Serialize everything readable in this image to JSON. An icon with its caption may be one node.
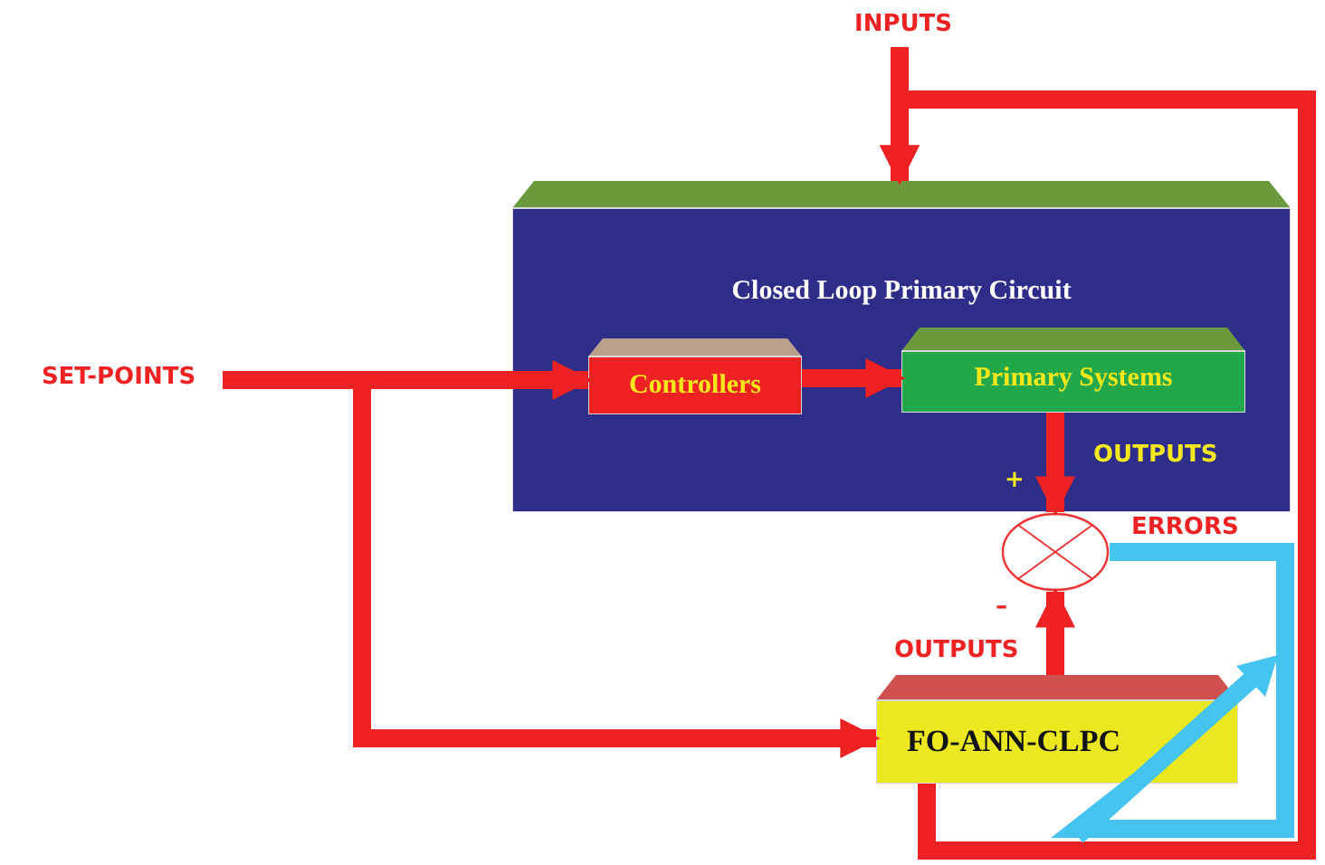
{
  "diagram": {
    "nodes": [
      {
        "text": [
          "Closed Loop Primary Circuit"
        ]
      },
      {
        "text": [
          "Controllers"
        ],
        "in": 0
      },
      {
        "text": [
          "Primary Systems"
        ],
        "in": 0
      },
      {
        "text": [],
        "shape": "circle",
        "beside": [
          "+",
          "–"
        ]
      },
      {
        "text": [
          "FO-ANN-CLPC"
        ]
      },
      {
        "text": [
          "INPUTS"
        ]
      },
      {
        "text": [
          "SET-POINTS"
        ]
      }
    ],
    "edges": [
      {
        "from": 5,
        "to": 0,
        "arrow": "to"
      },
      {
        "from": 4,
        "to": 0,
        "arrow": "to"
      },
      {
        "from": 6,
        "to": 1,
        "arrow": "to"
      },
      {
        "from": 6,
        "to": 4,
        "arrow": "to"
      },
      {
        "from": 1,
        "to": 2,
        "arrow": "to"
      },
      {
        "from": 2,
        "to": 3,
        "arrow": "to",
        "label": "OUTPUTS"
      },
      {
        "from": 4,
        "to": 3,
        "arrow": "to",
        "label": "OUTPUTS"
      },
      {
        "from": 3,
        "to": 4,
        "arrow": "none",
        "label": "ERRORS",
        "color": "#44c4ee"
      }
    ]
  }
}
